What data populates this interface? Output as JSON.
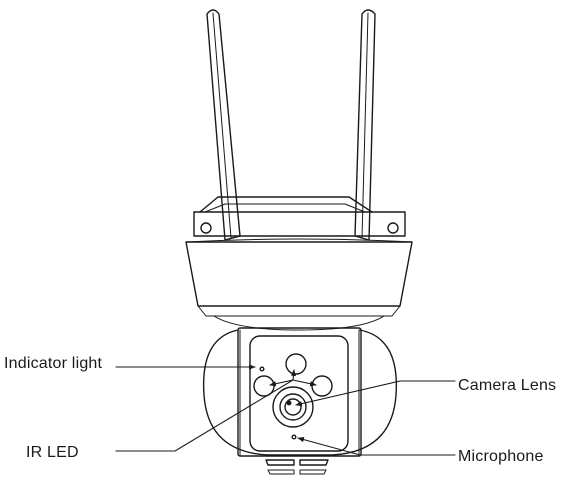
{
  "labels": {
    "indicator_light": "Indicator light",
    "ir_led": "IR LED",
    "camera_lens": "Camera Lens",
    "microphone": "Microphone"
  },
  "colors": {
    "line": "#1a1a1a",
    "background": "#ffffff"
  }
}
